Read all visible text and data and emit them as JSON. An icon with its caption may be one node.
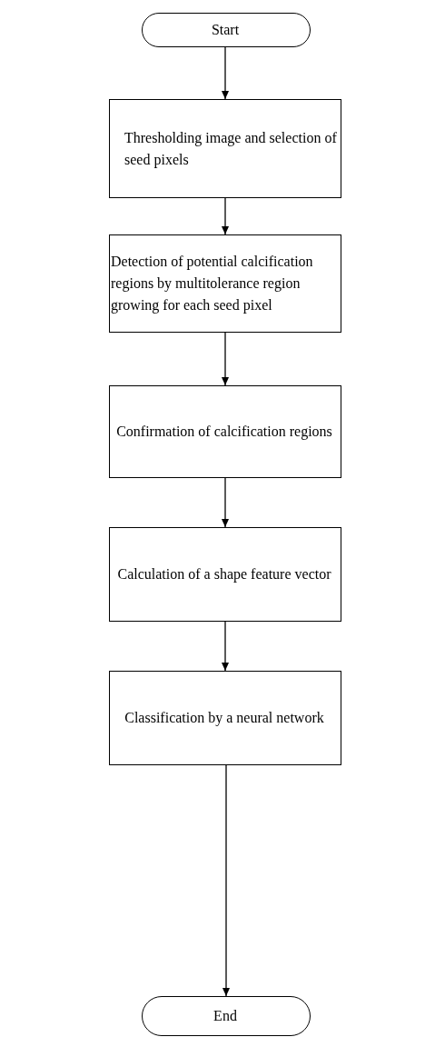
{
  "diagram": {
    "nodes": [
      {
        "text": [
          "Start"
        ]
      },
      {
        "text": [
          "Thresholding image and selection of seed pixels"
        ]
      },
      {
        "text": [
          "Detection of potential calcification regions by multitolerance region growing for each seed pixel"
        ]
      },
      {
        "text": [
          "Confirmation of calcification regions"
        ]
      },
      {
        "text": [
          "Calculation of a shape feature vector"
        ]
      },
      {
        "text": [
          "Classification by a neural network"
        ]
      },
      {
        "text": [
          "End"
        ]
      }
    ],
    "edges": [
      {
        "from": 0,
        "to": 1,
        "arrow": "to"
      },
      {
        "from": 1,
        "to": 2,
        "arrow": "to"
      },
      {
        "from": 2,
        "to": 3,
        "arrow": "to"
      },
      {
        "from": 3,
        "to": 4,
        "arrow": "to"
      },
      {
        "from": 4,
        "to": 5,
        "arrow": "to"
      },
      {
        "from": 5,
        "to": 6,
        "arrow": "to"
      }
    ]
  }
}
